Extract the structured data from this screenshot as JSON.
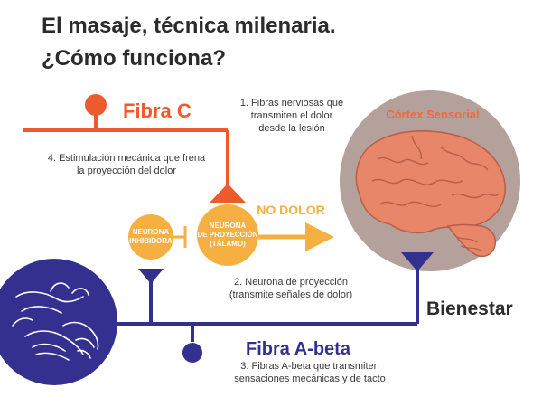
{
  "title": {
    "line1": "El masaje, técnica milenaria.",
    "line2": "¿Cómo funciona?"
  },
  "fiber_c": {
    "label": "Fibra C",
    "color": "#ee5a2c"
  },
  "fiber_ab": {
    "label": "Fibra A-beta",
    "color": "#33308f"
  },
  "projection_color": "#f5b041",
  "captions": {
    "step1": [
      "1. Fibras nerviosas que",
      "transmiten el dolor",
      "desde la lesión"
    ],
    "step2": [
      "2. Neurona de proyección",
      "(transmite señales de dolor)"
    ],
    "step3": [
      "3. Fibras A-beta que transmiten",
      "sensaciones mecánicas y de tacto"
    ],
    "step4": [
      "4. Estimulación mecánica que frena",
      "la proyección del dolor"
    ]
  },
  "neuron_inhib": [
    "NEURONA",
    "INHIBIDORA"
  ],
  "neuron_proj": [
    "NEURONA",
    "DE PROYECCIÓN",
    "(TÁLAMO)"
  ],
  "no_dolor": "NO DOLOR",
  "cortex": {
    "label": "Córtex Sensorial",
    "bg_color": "#b5a19b",
    "brain_color": "#e8866a"
  },
  "bienestar": "Bienestar",
  "icons": {
    "hands": "massaging-hands-icon",
    "brain": "brain-icon"
  }
}
